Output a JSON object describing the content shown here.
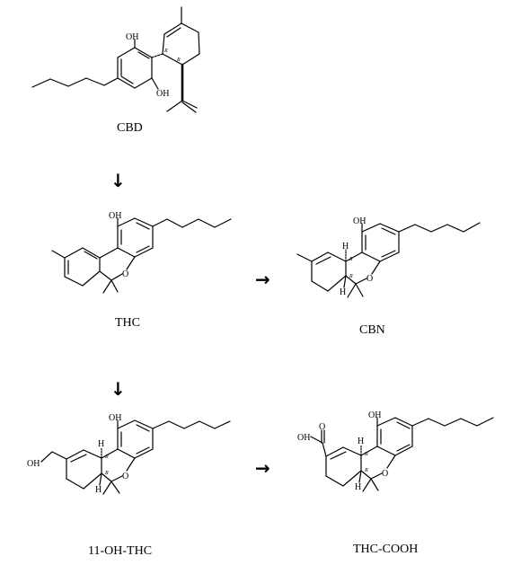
{
  "compounds": {
    "cbd": {
      "name": "CBD",
      "atoms": {
        "oh_top": "OH",
        "oh_bottom": "OH"
      },
      "stereo": {
        "r1": "R",
        "r2": "R"
      }
    },
    "thc": {
      "name": "THC",
      "atoms": {
        "oh": "OH",
        "o_ring": "O"
      }
    },
    "cbn": {
      "name": "CBN",
      "atoms": {
        "oh": "OH",
        "o_ring": "O",
        "h_top": "H",
        "h_bottom": "H"
      },
      "stereo": {
        "r1": "R",
        "r2": "R"
      }
    },
    "oh_thc": {
      "name": "11-OH-THC",
      "atoms": {
        "oh": "OH",
        "o_ring": "O",
        "oh_side": "OH",
        "h_top": "H",
        "h_bottom": "H"
      },
      "stereo": {
        "r1": "R",
        "r2": "R"
      }
    },
    "thc_cooh": {
      "name": "THC-COOH",
      "atoms": {
        "oh": "OH",
        "o_ring": "O",
        "oh_acid": "OH",
        "o_acid": "O",
        "h_top": "H",
        "h_bottom": "H"
      },
      "stereo": {
        "r1": "R",
        "r2": "R"
      }
    }
  },
  "arrows": {
    "down": "↓",
    "right": "→"
  }
}
